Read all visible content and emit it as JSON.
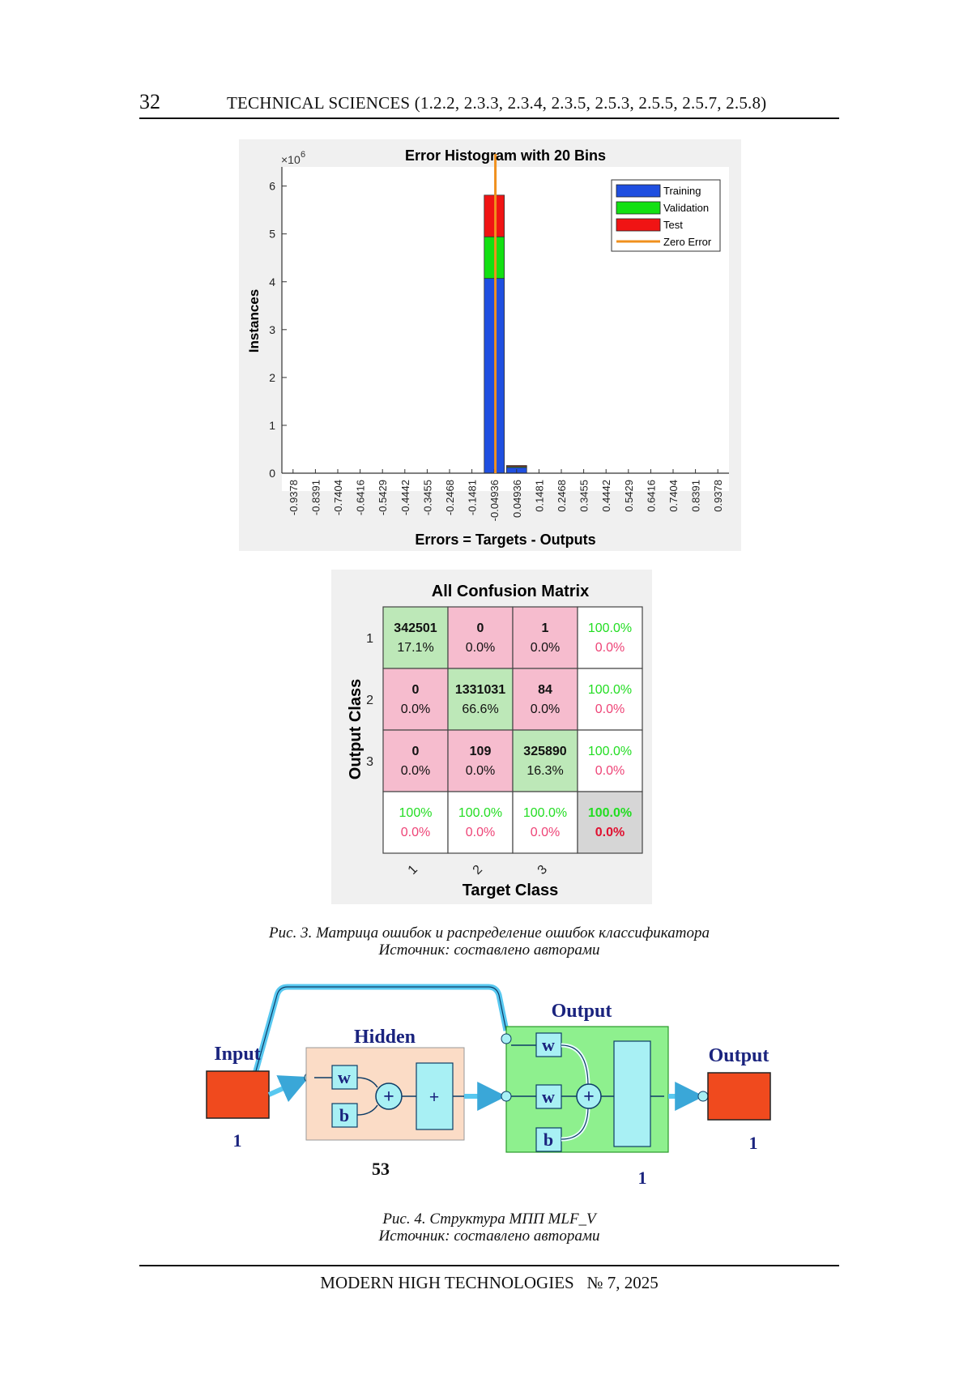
{
  "header": {
    "page_number": "32",
    "journal_section": "TECHNICAL SCIENCES (1.2.2, 2.3.3, 2.3.4, 2.3.5, 2.5.3, 2.5.5, 2.5.7, 2.5.8)"
  },
  "chart_data": [
    {
      "type": "bar",
      "title": "Error Histogram with 20 Bins",
      "xlabel": "Errors = Targets - Outputs",
      "ylabel": "Instances",
      "y_exponent_label": "×10",
      "y_exponent_power": "6",
      "ylim": [
        0,
        6.4
      ],
      "yticks": [
        "0",
        "1",
        "2",
        "3",
        "4",
        "5",
        "6"
      ],
      "categories": [
        "-0.9378",
        "-0.8391",
        "-0.7404",
        "-0.6416",
        "-0.5429",
        "-0.4442",
        "-0.3455",
        "-0.2468",
        "-0.1481",
        "-0.04936",
        "0.04936",
        "0.1481",
        "0.2468",
        "0.3455",
        "0.4442",
        "0.5429",
        "0.6416",
        "0.7404",
        "0.8391",
        "0.9378"
      ],
      "stacked": true,
      "series": [
        {
          "name": "Training",
          "color": "#1f4fe0",
          "values": [
            0,
            0,
            0,
            0,
            0,
            0,
            0,
            0,
            0,
            4.07,
            0.12,
            0,
            0,
            0,
            0,
            0,
            0,
            0,
            0,
            0
          ]
        },
        {
          "name": "Validation",
          "color": "#12e012",
          "values": [
            0,
            0,
            0,
            0,
            0,
            0,
            0,
            0,
            0,
            0.87,
            0.02,
            0,
            0,
            0,
            0,
            0,
            0,
            0,
            0,
            0
          ]
        },
        {
          "name": "Test",
          "color": "#f01414",
          "values": [
            0,
            0,
            0,
            0,
            0,
            0,
            0,
            0,
            0,
            0.87,
            0.02,
            0,
            0,
            0,
            0,
            0,
            0,
            0,
            0,
            0
          ]
        }
      ],
      "zero_error": {
        "name": "Zero Error",
        "color": "#f0901e",
        "x_category_index": 9.55
      },
      "legend_position": "top-right",
      "grid": false
    },
    {
      "type": "heatmap",
      "title": "All Confusion Matrix",
      "xlabel": "Target Class",
      "ylabel": "Output Class",
      "x_ticks": [
        "1",
        "2",
        "3"
      ],
      "y_ticks": [
        "1",
        "2",
        "3"
      ],
      "cells": [
        [
          {
            "count": "342501",
            "pct": "17.1%",
            "kind": "diag"
          },
          {
            "count": "0",
            "pct": "0.0%",
            "kind": "off"
          },
          {
            "count": "1",
            "pct": "0.0%",
            "kind": "off"
          }
        ],
        [
          {
            "count": "0",
            "pct": "0.0%",
            "kind": "off"
          },
          {
            "count": "1331031",
            "pct": "66.6%",
            "kind": "diag"
          },
          {
            "count": "84",
            "pct": "0.0%",
            "kind": "off"
          }
        ],
        [
          {
            "count": "0",
            "pct": "0.0%",
            "kind": "off"
          },
          {
            "count": "109",
            "pct": "0.0%",
            "kind": "off"
          },
          {
            "count": "325890",
            "pct": "16.3%",
            "kind": "diag"
          }
        ]
      ],
      "row_summary": [
        [
          "100.0%",
          "0.0%"
        ],
        [
          "100.0%",
          "0.0%"
        ],
        [
          "100.0%",
          "0.0%"
        ]
      ],
      "col_summary": [
        [
          "100%",
          "0.0%"
        ],
        [
          "100.0%",
          "0.0%"
        ],
        [
          "100.0%",
          "0.0%"
        ]
      ],
      "total": [
        "100.0%",
        "0.0%"
      ],
      "colors": {
        "diag": "#bde8b8",
        "off": "#f6bcce",
        "good": "#22dd22",
        "bad": "#ee4477",
        "total_bg": "#d6d6d6"
      }
    }
  ],
  "caption3": {
    "line1": "Рис. 3. Матрица ошибок и распределение ошибок классификатора",
    "line2": "Источник: составлено авторами"
  },
  "diagram": {
    "input_label": "Input",
    "input_size": "1",
    "hidden_label": "Hidden",
    "hidden_size": "53",
    "hidden_w": "w",
    "hidden_b": "b",
    "output_label": "Output",
    "output_size": "1",
    "output_w1": "w",
    "output_w2": "w",
    "output_b": "b",
    "final_label": "Output",
    "final_size": "1",
    "plus_symbol": "+",
    "colors": {
      "navy": "#1a237e",
      "red": "#f04a1e",
      "peach": "#fbdcc6",
      "green": "#8ef08e",
      "cyan": "#a8f0f4"
    }
  },
  "caption4": {
    "line1": "Рис. 4. Структура МПП MLF_V",
    "line2": "Источник: составлено авторами"
  },
  "footer": {
    "text": "MODERN HIGH TECHNOLOGIES   № 7, 2025"
  }
}
